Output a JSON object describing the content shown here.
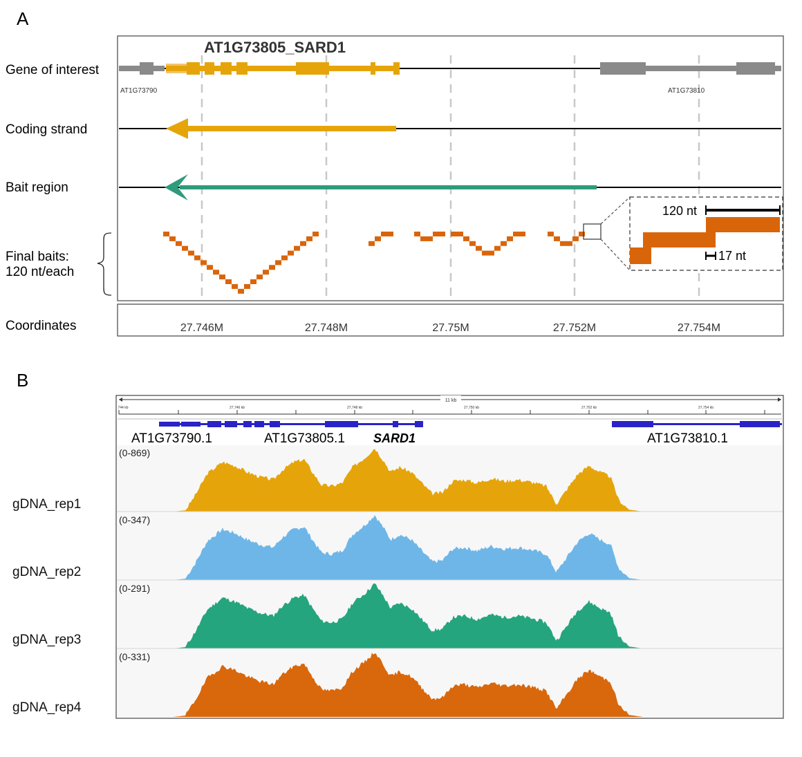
{
  "panel_a": {
    "label": "A",
    "gene_title": "AT1G73805_SARD1",
    "left_gene_label": "AT1G73790",
    "right_gene_label": "AT1G73810",
    "rows": {
      "gene": "Gene of interest",
      "coding": "Coding strand",
      "bait": "Bait region",
      "baits_line1": "Final baits:",
      "baits_line2": "120 nt/each",
      "coords": "Coordinates"
    },
    "inset": {
      "bait_length": "120 nt",
      "step": "17 nt"
    },
    "coordinates": [
      "27.746M",
      "27.748M",
      "27.75M",
      "27.752M",
      "27.754M"
    ],
    "colors": {
      "gene": "#e5a50a",
      "flank_gene": "#8a8a8a",
      "bait_region": "#2e9b7c",
      "baits": "#d9650b"
    }
  },
  "panel_b": {
    "label": "B",
    "scale_label": "11 kb",
    "ruler_ticks": [
      "744 kb",
      "27,746 kb",
      "27,748 kb",
      "27,750 kb",
      "27,752 kb",
      "27,754 kb"
    ],
    "genes": {
      "left": "AT1G73790.1",
      "mid": "AT1G73805.1",
      "sard": "SARD1",
      "right": "AT1G73810.1"
    },
    "tracks": [
      {
        "name": "gDNA_rep1",
        "range": "(0-869)",
        "color": "#e5a50a"
      },
      {
        "name": "gDNA_rep2",
        "range": "(0-347)",
        "color": "#6eb6e8"
      },
      {
        "name": "gDNA_rep3",
        "range": "(0-291)",
        "color": "#24a57d"
      },
      {
        "name": "gDNA_rep4",
        "range": "(0-331)",
        "color": "#d9670b"
      }
    ]
  }
}
